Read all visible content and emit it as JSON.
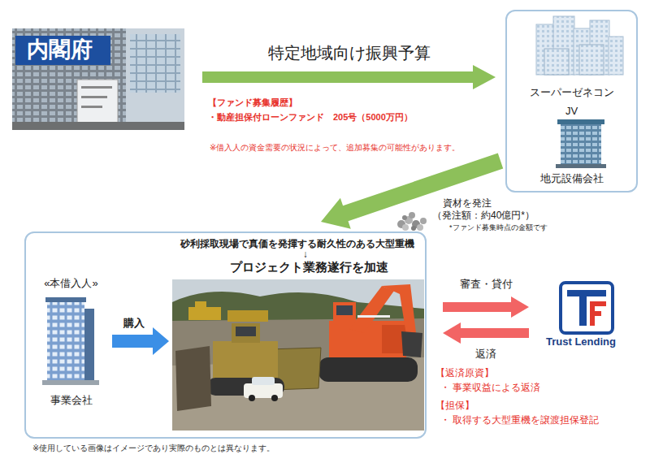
{
  "diagram": {
    "nodes": [
      {
        "text": [
          "内閣府"
        ]
      },
      {
        "text": [
          "スーパーゼネコン",
          "JV",
          "地元設備会社"
        ]
      },
      {
        "text": [
          "砂利採取現場で真価を発揮する耐久性のある大型重機",
          "↓",
          "プロジェクト業務遂行を加速"
        ]
      },
      {
        "text": [
          "«本借入人»",
          "事業会社"
        ],
        "in": 2
      },
      {
        "text": [
          "Trust Lending"
        ]
      }
    ],
    "edges": [
      {
        "from": 0,
        "to": 1,
        "arrow": "to",
        "label": "特定地域向け振興予算"
      },
      {
        "from": 1,
        "to": 2,
        "arrow": "to"
      },
      {
        "from": 2,
        "to": 4,
        "arrow": "to",
        "label": "審査・貸付"
      },
      {
        "from": 4,
        "to": 2,
        "arrow": "to",
        "label": "返済"
      }
    ],
    "labels": [
      "【ファンド募集履歴】",
      "・動産担保付ローンファンド　205号（5000万円）",
      "※借入人の資金需要の状況によって、追加募集の可能性があります。",
      "資材を発注",
      "（発注額：約40億円*）",
      "*ファンド募集時点の金額です",
      "購入",
      "【返済原資】",
      "・ 事業収益による返済",
      "【担保】",
      "・ 取得する大型重機を譲渡担保登記",
      "※使用している画像はイメージであり実際のものとは異なります。"
    ]
  }
}
